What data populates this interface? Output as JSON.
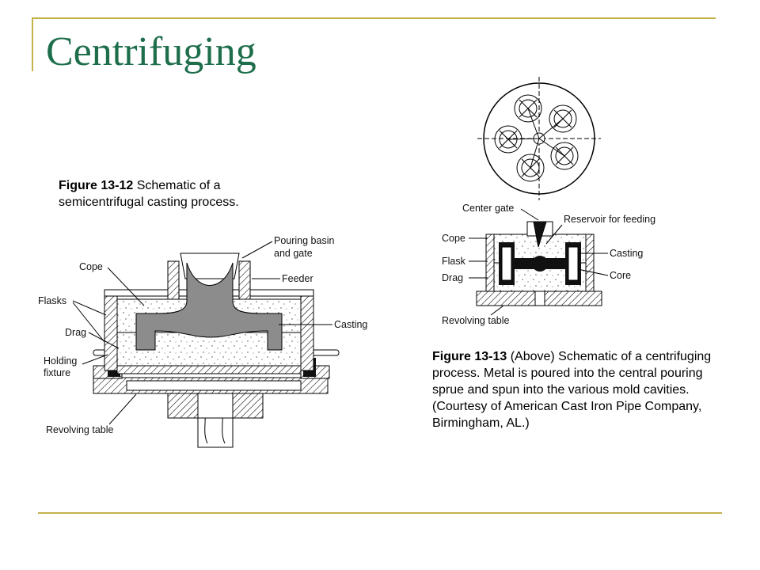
{
  "slide": {
    "title": "Centrifuging",
    "accent_color": "#c2b24a",
    "title_color": "#1e6e4c"
  },
  "fig12": {
    "caption_label": "Figure 13-12",
    "caption_text": " Schematic of a semicentrifugal casting process.",
    "labels": {
      "pouring_basin": "Pouring basin",
      "and_gate": "and gate",
      "cope": "Cope",
      "feeder": "Feeder",
      "flasks": "Flasks",
      "casting": "Casting",
      "drag": "Drag",
      "holding": "Holding",
      "fixture": "fixture",
      "revolving_table": "Revolving table"
    }
  },
  "fig13": {
    "caption_label": "Figure 13-13",
    "caption_text": " (Above) Schematic of a centrifuging process. Metal is poured into the central pouring sprue and spun into the various mold cavities. (Courtesy of American Cast Iron Pipe Company, Birmingham, AL.)",
    "labels": {
      "center_gate": "Center gate",
      "reservoir": "Reservoir for feeding",
      "cope": "Cope",
      "casting": "Casting",
      "flask": "Flask",
      "drag": "Drag",
      "core": "Core",
      "revolving_table": "Revolving table"
    }
  }
}
